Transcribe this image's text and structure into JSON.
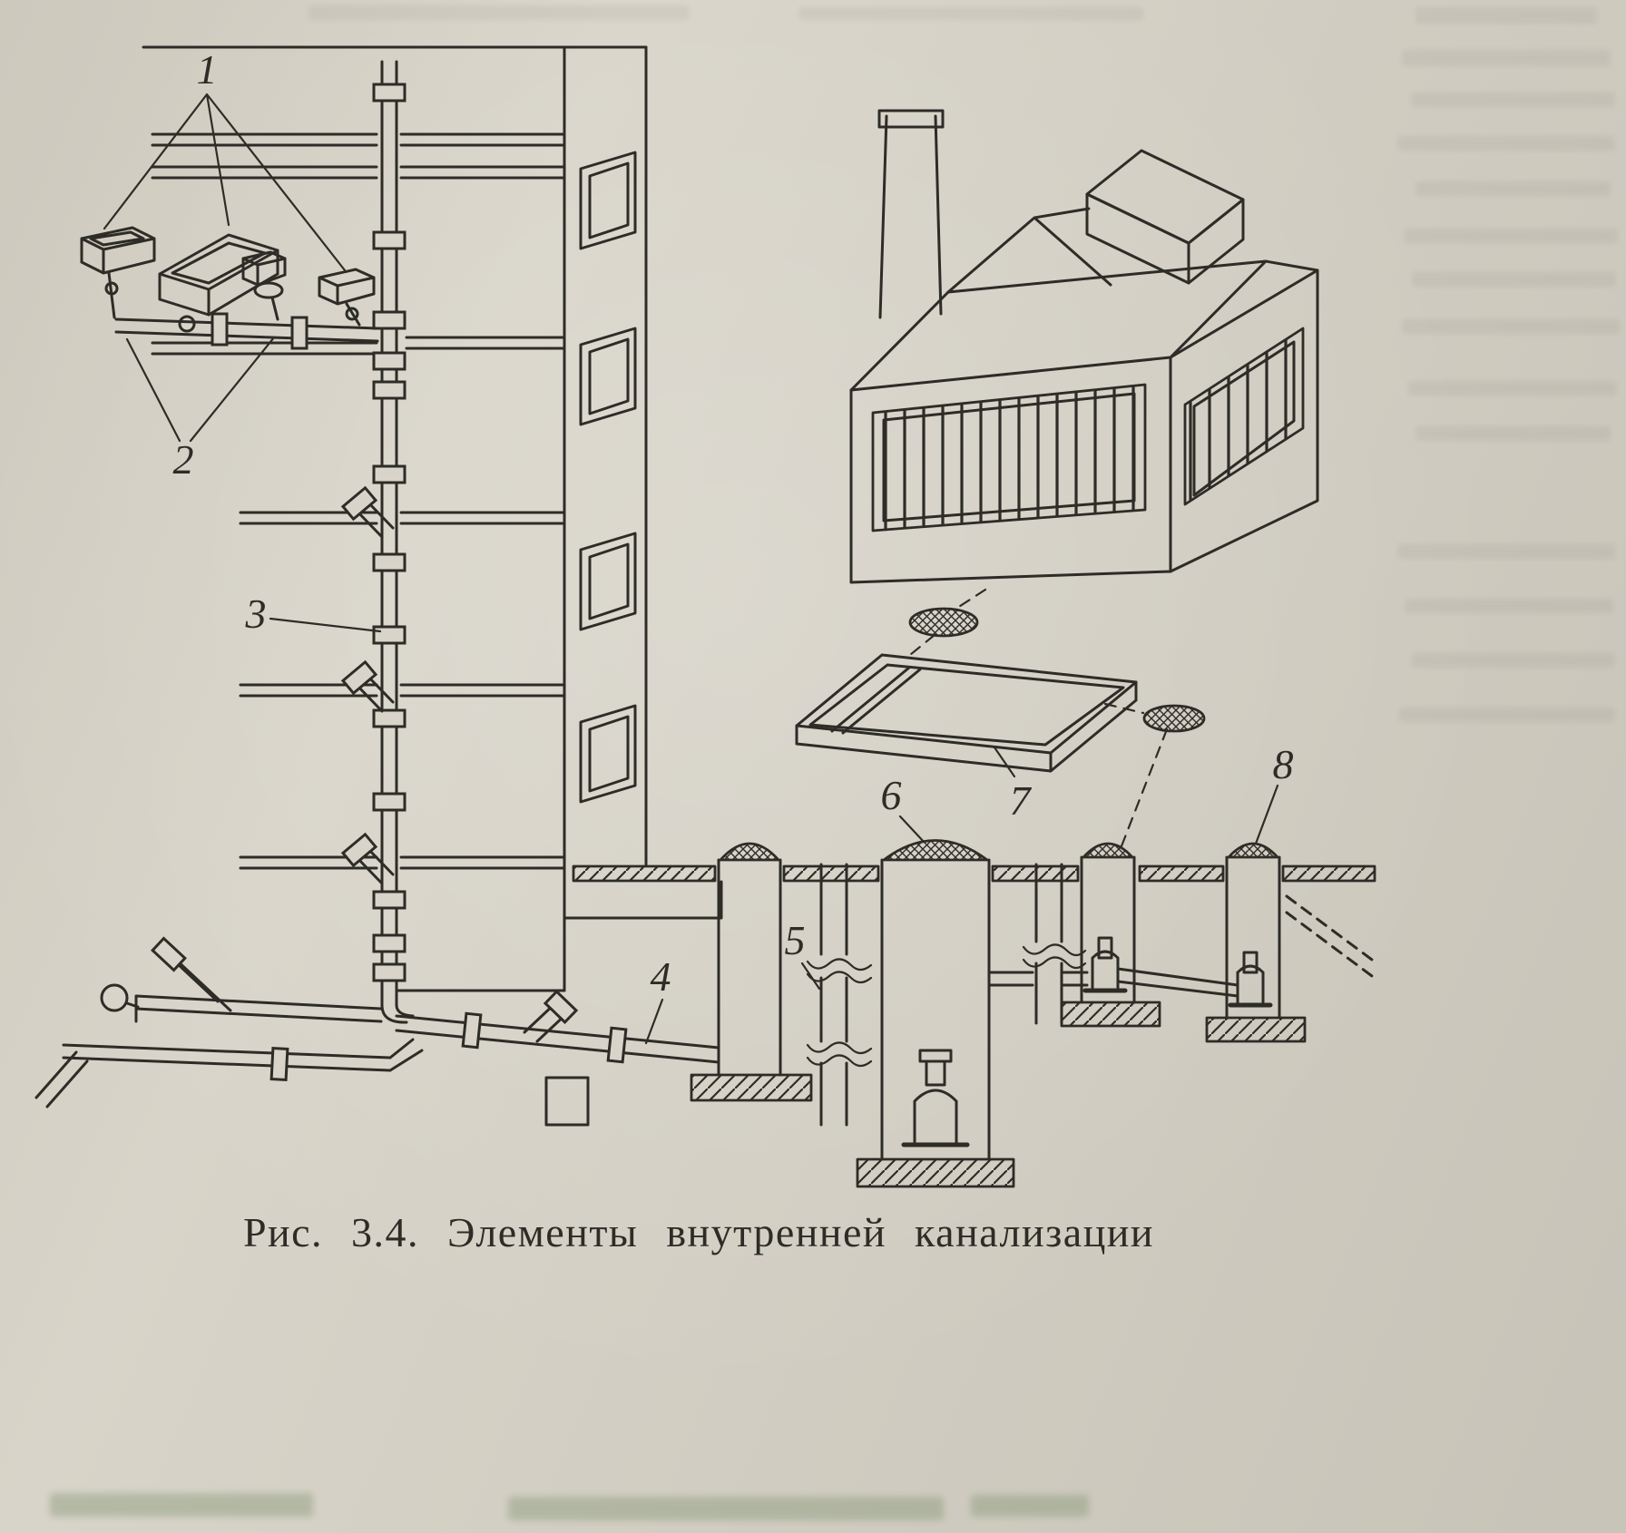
{
  "page": {
    "caption": "Рис. 3.4. Элементы внутренней канализации",
    "colors": {
      "paper": "#d8d4c9",
      "ink": "#2e2c27",
      "bleed": "#8a9a7b"
    }
  },
  "diagram": {
    "labels": [
      {
        "text": "1"
      },
      {
        "text": "2"
      },
      {
        "text": "3"
      },
      {
        "text": "4"
      },
      {
        "text": "5"
      },
      {
        "text": "6"
      },
      {
        "text": "7"
      },
      {
        "text": "8"
      }
    ]
  }
}
